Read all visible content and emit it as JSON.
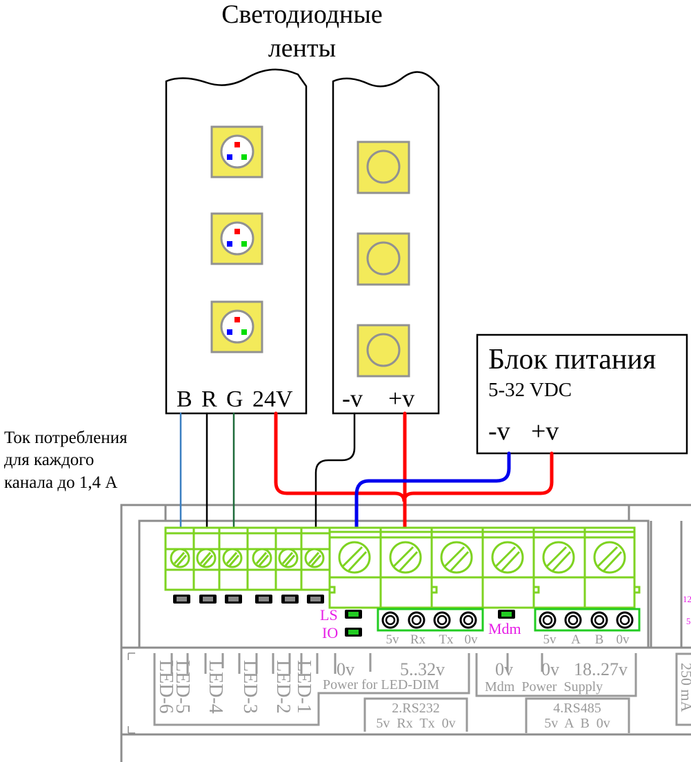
{
  "title": {
    "line1": "Светодиодные",
    "line2": "ленты"
  },
  "note": {
    "line1": "Ток потребления",
    "line2": "для каждого",
    "line3": "канала до 1,4 А"
  },
  "rgb_strip": {
    "labels": [
      "B",
      "R",
      "G",
      "24V"
    ],
    "led_count": 3,
    "dot_colors": {
      "red": "#ff0000",
      "blue": "#0000ff",
      "green": "#00dd00"
    }
  },
  "white_strip": {
    "minus_label": "-v",
    "plus_label": "+v",
    "led_count": 3
  },
  "power_supply": {
    "title": "Блок питания",
    "voltage": "5-32 VDC",
    "minus_label": "-v",
    "plus_label": "+v"
  },
  "controller": {
    "indicators": {
      "ls": "LS",
      "io": "IO",
      "mdm": "Mdm"
    },
    "rs232_pins": [
      "5v",
      "Rx",
      "Tx",
      "0v"
    ],
    "rs485_pins": [
      "5v",
      "A",
      "B",
      "0v"
    ],
    "led_channels": [
      "LED-6",
      "LED-5",
      "LED-4",
      "LED-3",
      "LED-2",
      "LED-1"
    ],
    "power_led_dim": {
      "zero": "0v",
      "range": "5..32v",
      "caption": "Power for LED-DIM"
    },
    "rs232_box": {
      "title": "2.RS232",
      "pins": "5v  Rx  Tx  0v"
    },
    "mdm_power": {
      "zero1": "0v",
      "zero2": "0v",
      "range": "18..27v",
      "caption": "Mdm  Power  Supply"
    },
    "rs485_box": {
      "title": "4.RS485",
      "pins": "5v  A  B  0v"
    },
    "side_current": "250 mA",
    "side_labels": [
      "12",
      "5"
    ]
  },
  "colors": {
    "terminal_green": "#7ed321",
    "header_green": "#22cc22",
    "wire_red": "#ff0000",
    "wire_blue": "#0000ee",
    "wire_b": "#3a7fc1",
    "wire_g": "#1e6b3a",
    "led_yellow": "#f3ea5a",
    "housing_gray": "#8c8c8c"
  }
}
